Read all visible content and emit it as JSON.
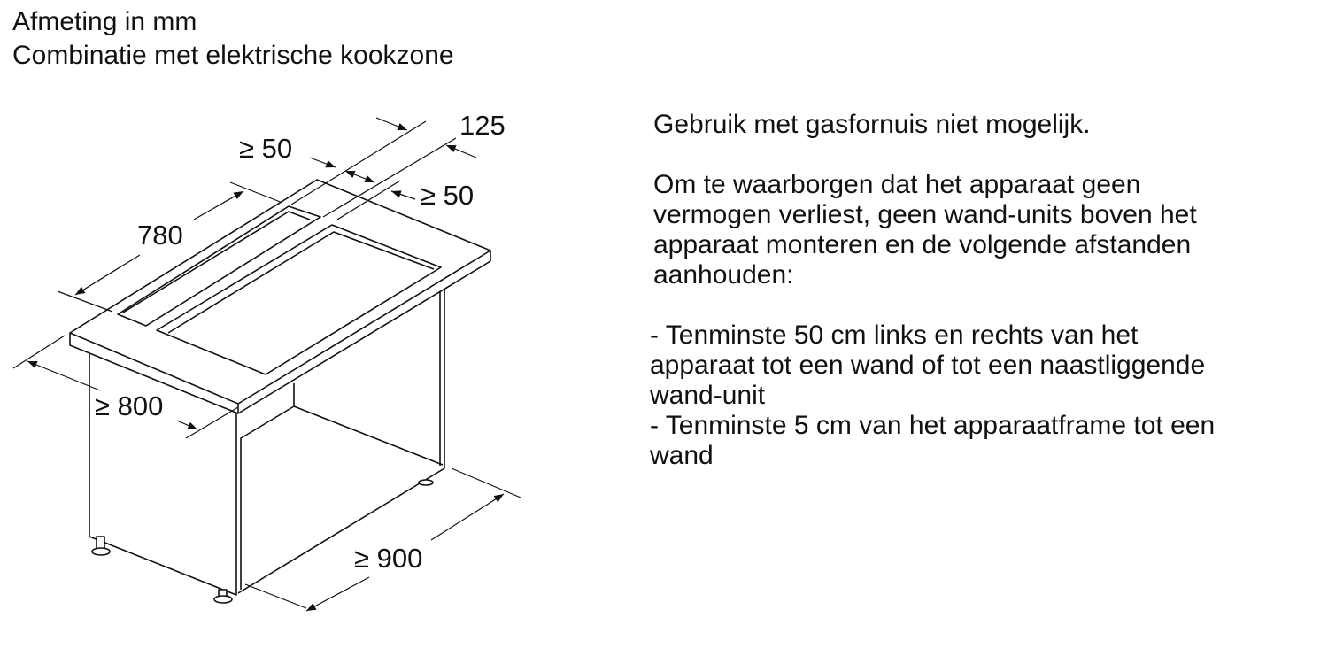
{
  "header": {
    "title": "Afmeting in mm",
    "subtitle": "Combinatie met elektrische kookzone"
  },
  "dimensions": {
    "gap_left": "≥ 50",
    "frame": "125",
    "gap_right": "≥ 50",
    "depth": "780",
    "width_min": "≥ 800",
    "depth_min": "≥ 900"
  },
  "notes": {
    "gas_warning": "Gebruik met gasfornuis niet mogelijk.",
    "intro": "Om te waarborgen dat het apparaat geen vermogen verliest, geen wand-units boven het apparaat monteren en de volgende afstanden aanhouden:",
    "rules": [
      "- Tenminste 50 cm links en rechts van het apparaat tot een wand of tot een naastliggende wand-unit",
      "- Tenminste 5 cm van het apparaatframe tot een wand"
    ]
  }
}
